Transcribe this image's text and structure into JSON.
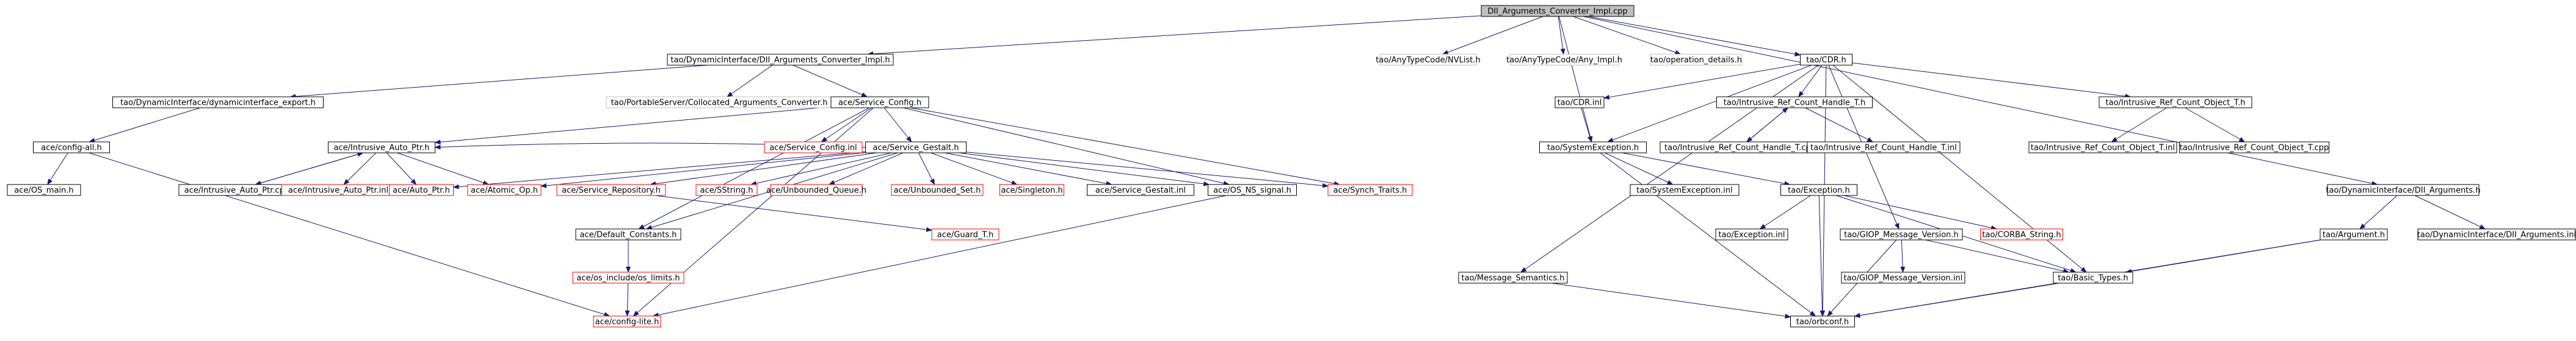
{
  "diagram": {
    "colors": {
      "root_fill": "#bfbfbf",
      "node_fill": "#ffffff",
      "documented_border": "#000000",
      "undocumented_border": "#bfbfbf",
      "missing_border": "#ff0000",
      "edge": "#191970",
      "text": "#000000"
    },
    "nodes": [
      {
        "id": "root",
        "label": "DII_Arguments_Converter_Impl.cpp",
        "style": "root"
      },
      {
        "id": "n_dac_impl",
        "label": "tao/DynamicInterface/DII_Arguments_Converter_Impl.h",
        "style": "documented"
      },
      {
        "id": "n_nvlist",
        "label": "tao/AnyTypeCode/NVList.h",
        "style": "undocumented"
      },
      {
        "id": "n_any_impl",
        "label": "tao/AnyTypeCode/Any_Impl.h",
        "style": "undocumented"
      },
      {
        "id": "n_op_details",
        "label": "tao/operation_details.h",
        "style": "undocumented"
      },
      {
        "id": "n_cdr",
        "label": "tao/CDR.h",
        "style": "documented"
      },
      {
        "id": "n_dyn_export",
        "label": "tao/DynamicInterface/dynamicinterface_export.h",
        "style": "documented"
      },
      {
        "id": "n_portable",
        "label": "tao/PortableServer/Collocated_Arguments_Converter.h",
        "style": "undocumented"
      },
      {
        "id": "n_svc_config",
        "label": "ace/Service_Config.h",
        "style": "documented"
      },
      {
        "id": "n_cdr_inl",
        "label": "tao/CDR.inl",
        "style": "documented"
      },
      {
        "id": "n_irch",
        "label": "tao/Intrusive_Ref_Count_Handle_T.h",
        "style": "documented"
      },
      {
        "id": "n_irco",
        "label": "tao/Intrusive_Ref_Count_Object_T.h",
        "style": "documented"
      },
      {
        "id": "n_config_all",
        "label": "ace/config-all.h",
        "style": "documented"
      },
      {
        "id": "n_iauto",
        "label": "ace/Intrusive_Auto_Ptr.h",
        "style": "documented"
      },
      {
        "id": "n_svc_config_inl",
        "label": "ace/Service_Config.inl",
        "style": "missing"
      },
      {
        "id": "n_svc_gestalt",
        "label": "ace/Service_Gestalt.h",
        "style": "documented"
      },
      {
        "id": "n_sysexc",
        "label": "tao/SystemException.h",
        "style": "documented"
      },
      {
        "id": "n_irch_cpp",
        "label": "tao/Intrusive_Ref_Count_Handle_T.cpp",
        "style": "documented"
      },
      {
        "id": "n_irch_inl",
        "label": "tao/Intrusive_Ref_Count_Handle_T.inl",
        "style": "documented"
      },
      {
        "id": "n_irco_inl",
        "label": "tao/Intrusive_Ref_Count_Object_T.inl",
        "style": "documented"
      },
      {
        "id": "n_irco_cpp",
        "label": "tao/Intrusive_Ref_Count_Object_T.cpp",
        "style": "documented"
      },
      {
        "id": "n_os_main",
        "label": "ace/OS_main.h",
        "style": "documented"
      },
      {
        "id": "n_iauto_cpp",
        "label": "ace/Intrusive_Auto_Ptr.cpp",
        "style": "documented"
      },
      {
        "id": "n_iauto_inl",
        "label": "ace/Intrusive_Auto_Ptr.inl",
        "style": "missing"
      },
      {
        "id": "n_auto_ptr",
        "label": "ace/Auto_Ptr.h",
        "style": "missing"
      },
      {
        "id": "n_atomic",
        "label": "ace/Atomic_Op.h",
        "style": "missing"
      },
      {
        "id": "n_svc_repo",
        "label": "ace/Service_Repository.h",
        "style": "missing"
      },
      {
        "id": "n_sstring",
        "label": "ace/SString.h",
        "style": "missing"
      },
      {
        "id": "n_unb_queue",
        "label": "ace/Unbounded_Queue.h",
        "style": "missing"
      },
      {
        "id": "n_unb_set",
        "label": "ace/Unbounded_Set.h",
        "style": "missing"
      },
      {
        "id": "n_singleton",
        "label": "ace/Singleton.h",
        "style": "missing"
      },
      {
        "id": "n_gestalt_inl",
        "label": "ace/Service_Gestalt.inl",
        "style": "documented"
      },
      {
        "id": "n_os_ns_signal",
        "label": "ace/OS_NS_signal.h",
        "style": "documented"
      },
      {
        "id": "n_synch_traits",
        "label": "ace/Synch_Traits.h",
        "style": "missing"
      },
      {
        "id": "n_sysexc_inl",
        "label": "tao/SystemException.inl",
        "style": "documented"
      },
      {
        "id": "n_exception",
        "label": "tao/Exception.h",
        "style": "documented"
      },
      {
        "id": "n_dii_args",
        "label": "tao/DynamicInterface/DII_Arguments.h",
        "style": "documented"
      },
      {
        "id": "n_def_const",
        "label": "ace/Default_Constants.h",
        "style": "documented"
      },
      {
        "id": "n_guard",
        "label": "ace/Guard_T.h",
        "style": "missing"
      },
      {
        "id": "n_exception_inl",
        "label": "tao/Exception.inl",
        "style": "documented"
      },
      {
        "id": "n_giop",
        "label": "tao/GIOP_Message_Version.h",
        "style": "documented"
      },
      {
        "id": "n_corba_string",
        "label": "tao/CORBA_String.h",
        "style": "missing"
      },
      {
        "id": "n_argument",
        "label": "tao/Argument.h",
        "style": "documented"
      },
      {
        "id": "n_dii_args_inl",
        "label": "tao/DynamicInterface/DII_Arguments.inl",
        "style": "documented"
      },
      {
        "id": "n_os_limits",
        "label": "ace/os_include/os_limits.h",
        "style": "missing"
      },
      {
        "id": "n_msg_sem",
        "label": "tao/Message_Semantics.h",
        "style": "documented"
      },
      {
        "id": "n_giop_inl",
        "label": "tao/GIOP_Message_Version.inl",
        "style": "documented"
      },
      {
        "id": "n_basic_types",
        "label": "tao/Basic_Types.h",
        "style": "documented"
      },
      {
        "id": "n_config_lite",
        "label": "ace/config-lite.h",
        "style": "missing"
      },
      {
        "id": "n_orbconf",
        "label": "tao/orbconf.h",
        "style": "documented"
      }
    ],
    "edges": [
      [
        "root",
        "n_dac_impl"
      ],
      [
        "root",
        "n_nvlist"
      ],
      [
        "root",
        "n_any_impl"
      ],
      [
        "root",
        "n_op_details"
      ],
      [
        "root",
        "n_cdr"
      ],
      [
        "root",
        "n_dii_args"
      ],
      [
        "root",
        "n_sysexc"
      ],
      [
        "n_dac_impl",
        "n_dyn_export"
      ],
      [
        "n_dac_impl",
        "n_portable"
      ],
      [
        "n_dac_impl",
        "n_svc_config"
      ],
      [
        "n_dyn_export",
        "n_config_all"
      ],
      [
        "n_config_all",
        "n_os_main"
      ],
      [
        "n_config_all",
        "n_config_lite"
      ],
      [
        "n_svc_config",
        "n_svc_config_inl"
      ],
      [
        "n_svc_config",
        "n_svc_gestalt"
      ],
      [
        "n_svc_config",
        "n_iauto"
      ],
      [
        "n_svc_config",
        "n_synch_traits"
      ],
      [
        "n_svc_config",
        "n_os_ns_signal"
      ],
      [
        "n_svc_config",
        "n_def_const"
      ],
      [
        "n_svc_config",
        "n_config_lite"
      ],
      [
        "n_iauto",
        "n_iauto_cpp"
      ],
      [
        "n_iauto_cpp",
        "n_iauto"
      ],
      [
        "n_iauto",
        "n_iauto_inl"
      ],
      [
        "n_iauto",
        "n_auto_ptr"
      ],
      [
        "n_iauto",
        "n_atomic"
      ],
      [
        "n_svc_gestalt",
        "n_auto_ptr"
      ],
      [
        "n_svc_gestalt",
        "n_atomic"
      ],
      [
        "n_svc_gestalt",
        "n_svc_repo"
      ],
      [
        "n_svc_gestalt",
        "n_sstring"
      ],
      [
        "n_svc_gestalt",
        "n_unb_queue"
      ],
      [
        "n_svc_gestalt",
        "n_unb_set"
      ],
      [
        "n_svc_gestalt",
        "n_singleton"
      ],
      [
        "n_svc_gestalt",
        "n_gestalt_inl"
      ],
      [
        "n_svc_gestalt",
        "n_os_ns_signal"
      ],
      [
        "n_svc_gestalt",
        "n_synch_traits"
      ],
      [
        "n_svc_gestalt",
        "n_def_const"
      ],
      [
        "n_svc_gestalt",
        "n_iauto"
      ],
      [
        "n_svc_repo",
        "n_guard"
      ],
      [
        "n_def_const",
        "n_os_limits"
      ],
      [
        "n_os_limits",
        "n_config_lite"
      ],
      [
        "n_os_ns_signal",
        "n_config_lite"
      ],
      [
        "n_cdr",
        "n_cdr_inl"
      ],
      [
        "n_cdr",
        "n_irch"
      ],
      [
        "n_cdr",
        "n_irco"
      ],
      [
        "n_cdr",
        "n_giop"
      ],
      [
        "n_cdr",
        "n_msg_sem"
      ],
      [
        "n_cdr",
        "n_basic_types"
      ],
      [
        "n_cdr",
        "n_orbconf"
      ],
      [
        "n_cdr",
        "n_sysexc"
      ],
      [
        "n_cdr_inl",
        "n_sysexc"
      ],
      [
        "n_irch",
        "n_irch_cpp"
      ],
      [
        "n_irch_cpp",
        "n_irch"
      ],
      [
        "n_irch",
        "n_irch_inl"
      ],
      [
        "n_irco",
        "n_irco_inl"
      ],
      [
        "n_irco",
        "n_irco_cpp"
      ],
      [
        "n_sysexc",
        "n_sysexc_inl"
      ],
      [
        "n_sysexc",
        "n_exception"
      ],
      [
        "n_sysexc",
        "n_orbconf"
      ],
      [
        "n_exception",
        "n_exception_inl"
      ],
      [
        "n_exception",
        "n_corba_string"
      ],
      [
        "n_exception",
        "n_basic_types"
      ],
      [
        "n_exception",
        "n_orbconf"
      ],
      [
        "n_giop",
        "n_giop_inl"
      ],
      [
        "n_giop",
        "n_basic_types"
      ],
      [
        "n_giop",
        "n_orbconf"
      ],
      [
        "n_msg_sem",
        "n_orbconf"
      ],
      [
        "n_dii_args",
        "n_argument"
      ],
      [
        "n_dii_args",
        "n_dii_args_inl"
      ],
      [
        "n_argument",
        "n_basic_types"
      ],
      [
        "n_argument",
        "n_orbconf"
      ],
      [
        "n_basic_types",
        "n_orbconf"
      ]
    ]
  }
}
